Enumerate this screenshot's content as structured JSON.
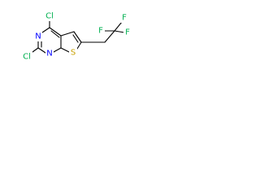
{
  "molecule": {
    "atoms": [
      {
        "id": "cl-c4",
        "symbol": "Cl",
        "color": "#00b050"
      },
      {
        "id": "n3",
        "symbol": "N",
        "color": "#0000ff"
      },
      {
        "id": "cl-c2",
        "symbol": "Cl",
        "color": "#00b050"
      },
      {
        "id": "n1",
        "symbol": "N",
        "color": "#0000ff"
      },
      {
        "id": "s7",
        "symbol": "S",
        "color": "#c8a000"
      },
      {
        "id": "f1",
        "symbol": "F",
        "color": "#00b050"
      },
      {
        "id": "f2",
        "symbol": "F",
        "color": "#00b050"
      },
      {
        "id": "f3",
        "symbol": "F",
        "color": "#00b050"
      }
    ],
    "bond_color": "#000000"
  }
}
